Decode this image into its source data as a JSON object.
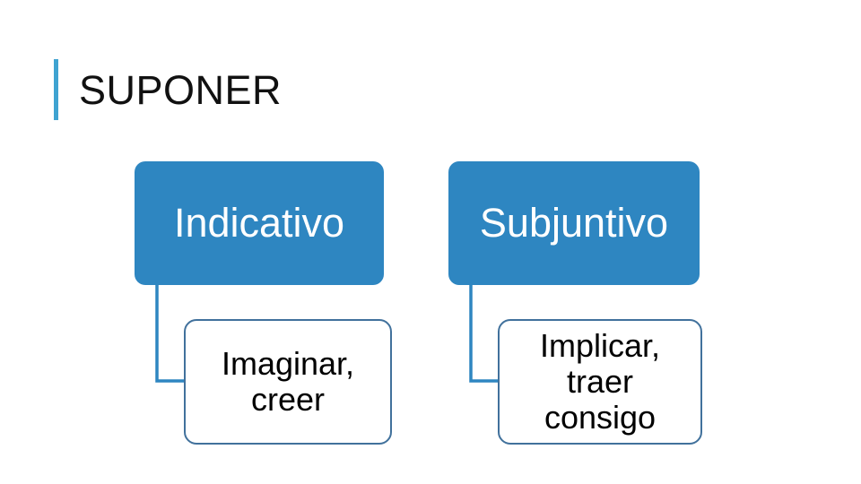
{
  "slide": {
    "background_color": "#ffffff",
    "title": "SUPONER",
    "title_accent_color": "#3fa3d1"
  },
  "diagram": {
    "type": "hierarchy",
    "head_fill_color": "#2E86C1",
    "head_text_color": "#ffffff",
    "leaf_fill_color": "#ffffff",
    "leaf_border_color": "#41719C",
    "leaf_text_color": "#000000",
    "connector_color": "#2E86C1",
    "branches": [
      {
        "head": "Indicativo",
        "leaf": "Imaginar, creer"
      },
      {
        "head": "Subjuntivo",
        "leaf": "Implicar, traer consigo"
      }
    ]
  }
}
